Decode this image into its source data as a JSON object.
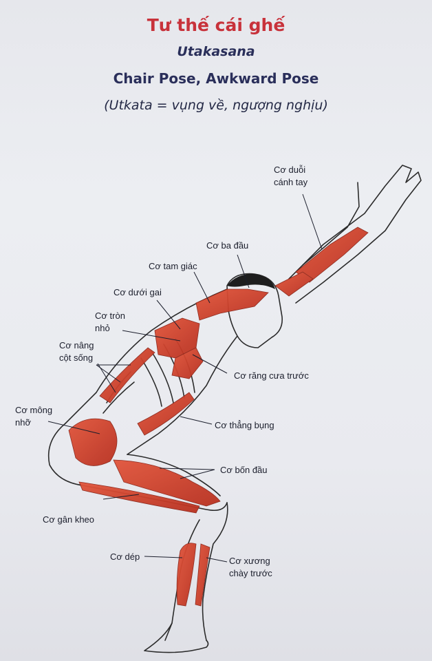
{
  "header": {
    "title": "Tư thế cái ghế",
    "sanskrit": "Utakasana",
    "english": "Chair Pose, Awkward Pose",
    "meaning": "(Utkata = vụng về, ngượng nghịu)"
  },
  "labels": {
    "triceps_extensor": "Cơ duỗi\ncánh tay",
    "biceps": "Cơ ba đầu",
    "deltoid": "Cơ tam giác",
    "infraspinatus": "Cơ dưới gai",
    "teres_minor": "Cơ tròn\nnhỏ",
    "erector_spinae": "Cơ nâng\ncột sống",
    "serratus": "Cơ răng cưa trước",
    "gluteus": "Cơ mông\nnhỡ",
    "rectus_abdominis": "Cơ thẳng bụng",
    "quadriceps": "Cơ bốn đầu",
    "hamstring": "Cơ gân kheo",
    "soleus": "Cơ dép",
    "tibialis": "Cơ xương\nchày trước"
  },
  "colors": {
    "muscle": "#d8432e",
    "muscle_dark": "#a52a1f",
    "outline": "#2b2b2b",
    "title_red": "#c8323b"
  }
}
